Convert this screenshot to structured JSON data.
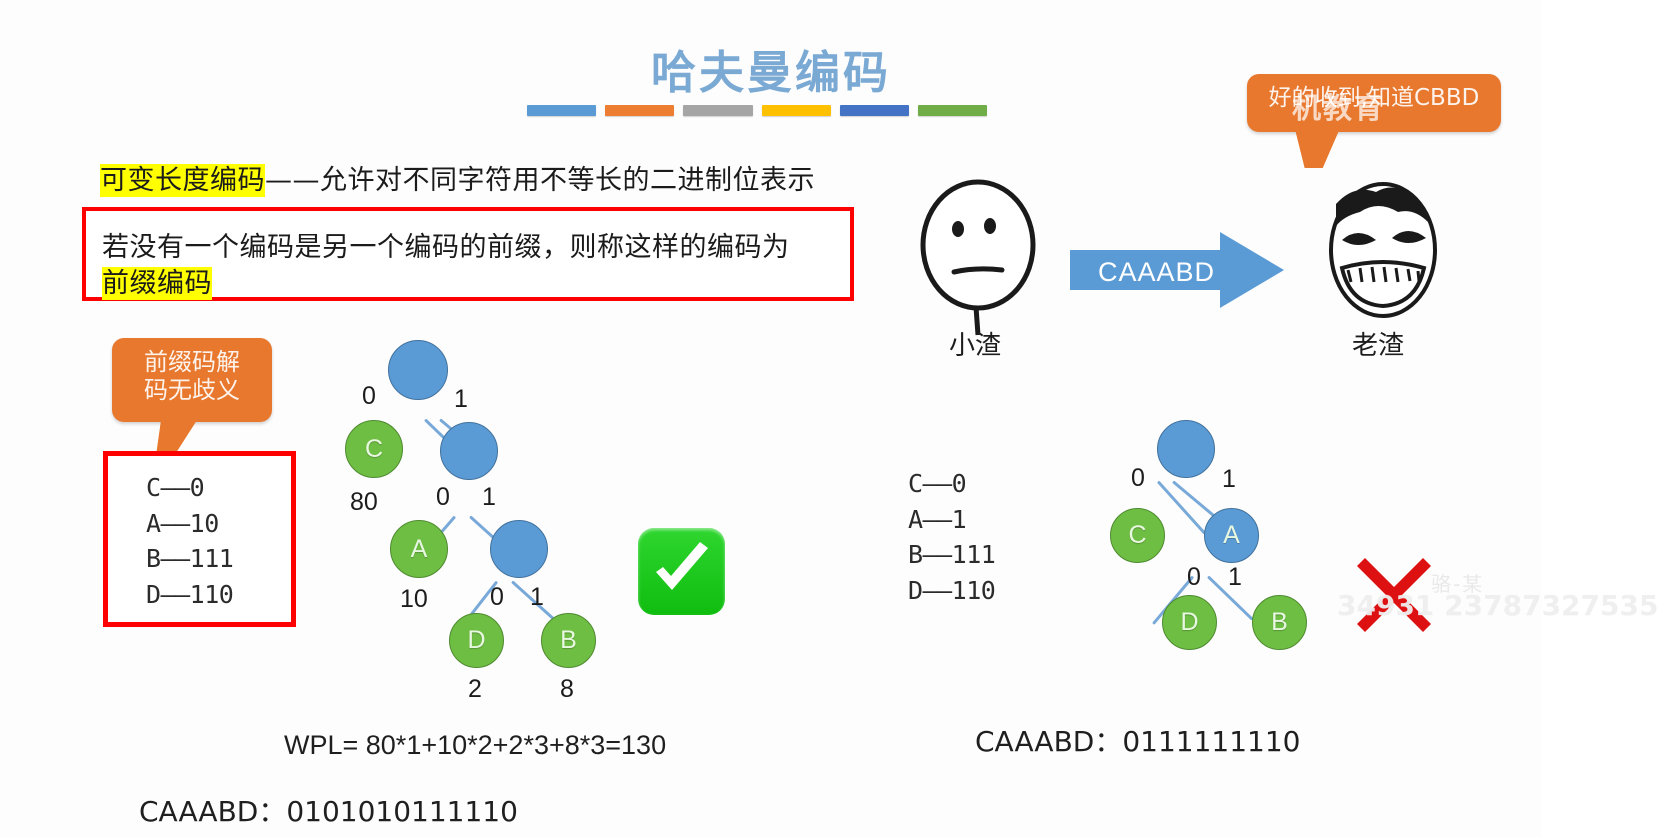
{
  "slide": {
    "title": "哈夫曼编码",
    "title_color": "#7aa9d4",
    "accent_bars": [
      "#5b9bd5",
      "#ed7d31",
      "#a5a5a5",
      "#ffc000",
      "#4472c4",
      "#70ad47"
    ]
  },
  "text": {
    "variable_length_highlight": "可变长度编码",
    "variable_length_rest": "——允许对不同字符用不等长的二进制位表示",
    "prefix_line1": "若没有一个编码是另一个编码的前缀，则称这样的编码为",
    "prefix_line2_highlight": "前缀编码"
  },
  "callouts": {
    "left": "前缀码解\n码无歧义",
    "right": "好的收到,知道CBBD"
  },
  "left_example": {
    "codes": [
      "C——0",
      "A——10",
      "B——111",
      "D——110"
    ],
    "tree": {
      "nodes": [
        {
          "id": "root",
          "label": "",
          "type": "internal",
          "color": "#5b9bd5"
        },
        {
          "id": "c",
          "label": "C",
          "type": "leaf",
          "color": "#6ebe44",
          "weight": "80"
        },
        {
          "id": "i1",
          "label": "",
          "type": "internal",
          "color": "#5b9bd5"
        },
        {
          "id": "a",
          "label": "A",
          "type": "leaf",
          "color": "#6ebe44",
          "weight": "10"
        },
        {
          "id": "i2",
          "label": "",
          "type": "internal",
          "color": "#5b9bd5"
        },
        {
          "id": "d",
          "label": "D",
          "type": "leaf",
          "color": "#6ebe44",
          "weight": "2"
        },
        {
          "id": "b",
          "label": "B",
          "type": "leaf",
          "color": "#6ebe44",
          "weight": "8"
        }
      ],
      "edge_labels": [
        "0",
        "1",
        "0",
        "1",
        "0",
        "1"
      ]
    },
    "wpl": "WPL= 80*1+10*2+2*3+8*3=130",
    "encoded": "CAAABD：0101010111110",
    "verdict": "valid"
  },
  "right_example": {
    "codes": [
      "C——0",
      "A——1",
      "B——111",
      "D——110"
    ],
    "tree": {
      "nodes": [
        {
          "id": "root",
          "label": "",
          "type": "internal",
          "color": "#5b9bd5"
        },
        {
          "id": "c",
          "label": "C",
          "type": "leaf",
          "color": "#6ebe44"
        },
        {
          "id": "a",
          "label": "A",
          "type": "internal",
          "color": "#5b9bd5"
        },
        {
          "id": "d",
          "label": "D",
          "type": "leaf",
          "color": "#6ebe44"
        },
        {
          "id": "b",
          "label": "B",
          "type": "leaf",
          "color": "#6ebe44"
        }
      ],
      "edge_labels": [
        "0",
        "1",
        "0",
        "1"
      ]
    },
    "encoded": "CAAABD：0111111110",
    "verdict": "invalid"
  },
  "meme": {
    "sender_label": "小渣",
    "receiver_label": "老渣",
    "arrow_label": "CAAABD"
  },
  "watermark": {
    "top": "机教育",
    "bottom_line1": "骆-某",
    "bottom_line2": "34931 23787327535"
  }
}
